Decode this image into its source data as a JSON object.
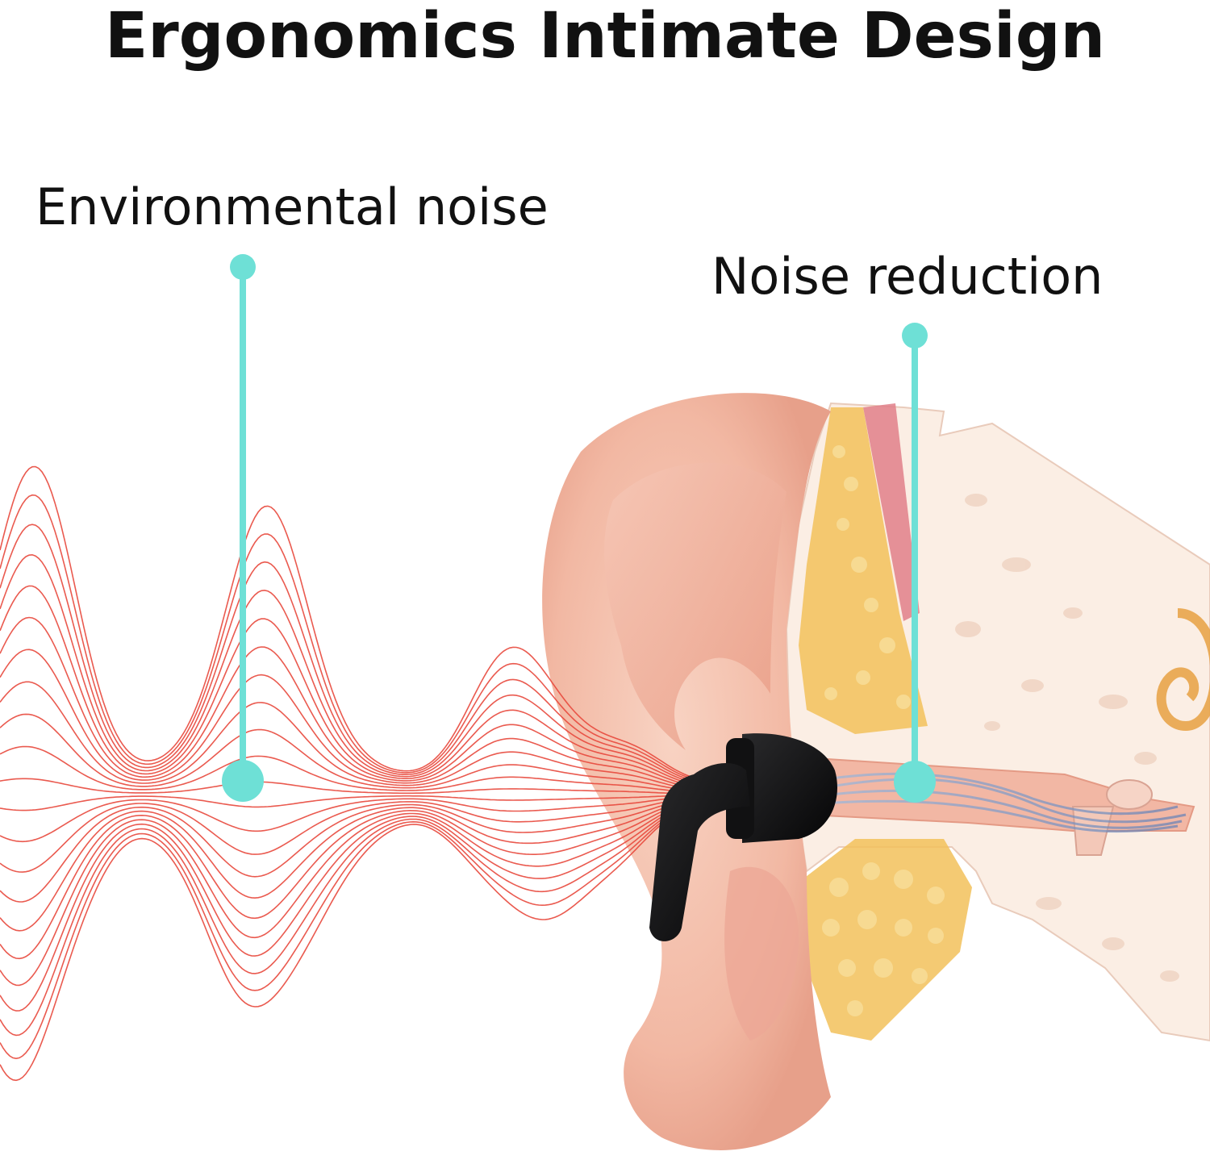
{
  "title": "Ergonomics Intimate Design",
  "labels": {
    "environmental_noise": "Environmental noise",
    "noise_reduction": "Noise reduction"
  },
  "colors": {
    "accent": "#6ee0d6",
    "wave": "#e8483c",
    "skin": "#f4c2b0",
    "skin_dark": "#e59b86",
    "bone": "#fbeee4",
    "fat": "#f2c15a",
    "muscle": "#e07f8a",
    "earbud": "#0f0f10"
  },
  "icons": {
    "earbud": "earbud-icon",
    "ear": "ear-cross-section-illustration",
    "wave": "sound-wave-illustration"
  }
}
